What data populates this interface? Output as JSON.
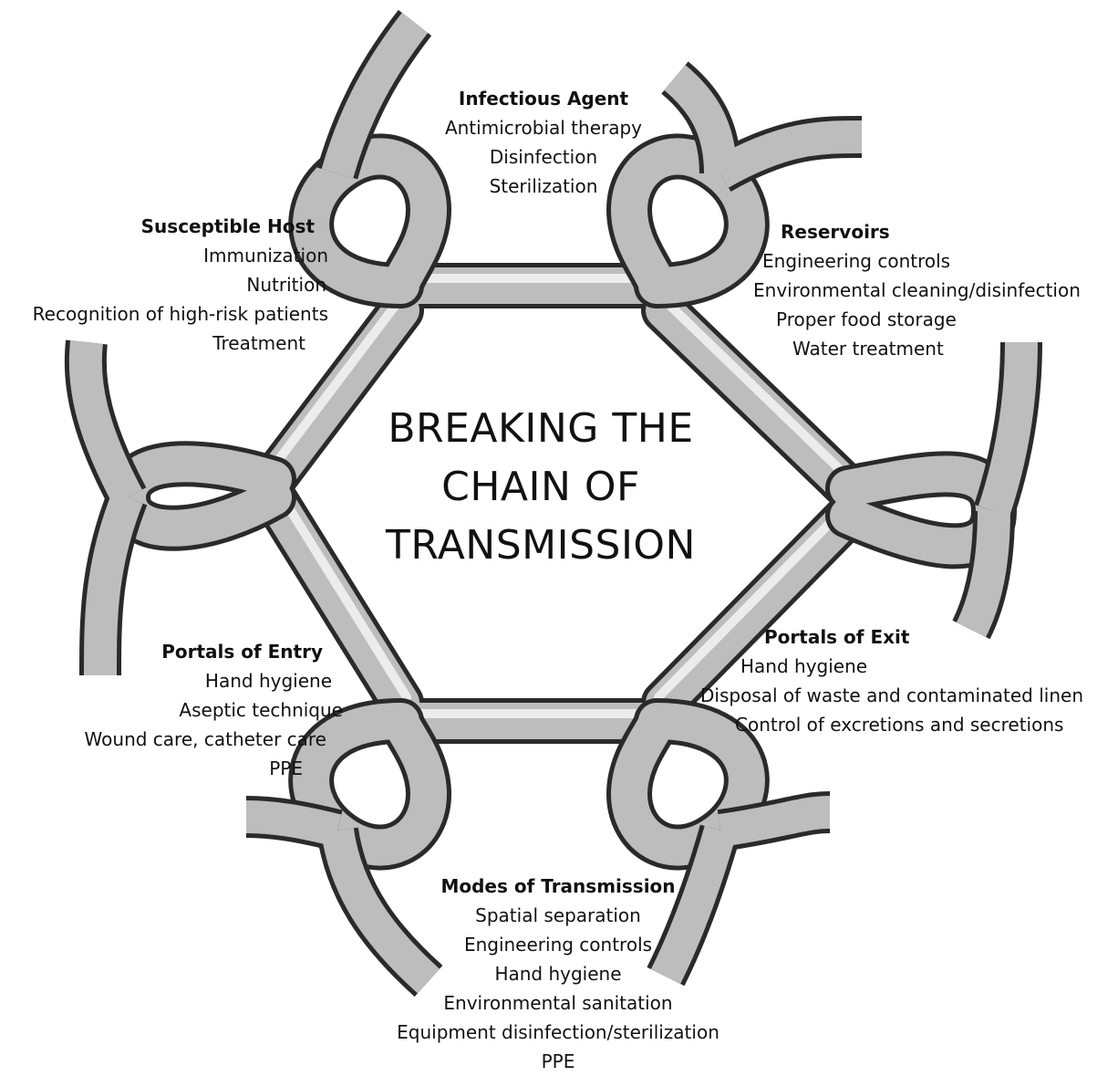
{
  "title": {
    "line1": "BREAKING THE",
    "line2": "CHAIN OF",
    "line3": "TRANSMISSION"
  },
  "infectious_agent": {
    "heading": "Infectious Agent",
    "items": [
      "Antimicrobial therapy",
      "Disinfection",
      "Sterilization"
    ]
  },
  "reservoirs": {
    "heading": "Reservoirs",
    "items": [
      "Engineering controls",
      "Environmental cleaning/disinfection",
      "Proper food storage",
      "Water treatment"
    ]
  },
  "portals_of_exit": {
    "heading": "Portals of Exit",
    "items": [
      "Hand hygiene",
      "Disposal of waste and contaminated linen",
      "Control of excretions and secretions"
    ]
  },
  "modes_of_transmission": {
    "heading": "Modes of Transmission",
    "items": [
      "Spatial separation",
      "Engineering controls",
      "Hand hygiene",
      "Environmental sanitation",
      "Equipment disinfection/sterilization",
      "PPE"
    ]
  },
  "portals_of_entry": {
    "heading": "Portals of Entry",
    "items": [
      "Hand hygiene",
      "Aseptic technique",
      "Wound care, catheter care",
      "PPE"
    ]
  },
  "susceptible_host": {
    "heading": "Susceptible Host",
    "items": [
      "Immunization",
      "Nutrition",
      "Recognition of high-risk patients",
      "Treatment"
    ]
  },
  "colors": {
    "chain_fill": "#c4c4c4",
    "chain_outline": "#2a2a2a",
    "chain_highlight": "#ededed",
    "text": "#111111"
  }
}
